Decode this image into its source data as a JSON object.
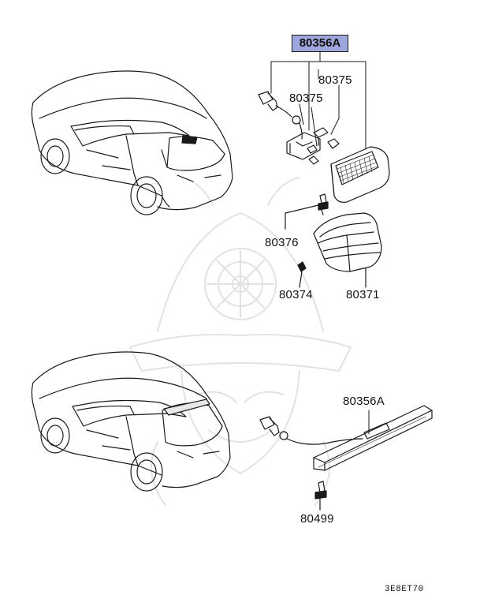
{
  "diagram": {
    "highlighted_part": "80356A",
    "parts": {
      "p80375_upper": "80375",
      "p80375_lower": "80375",
      "p80376": "80376",
      "p80374": "80374",
      "p80371": "80371",
      "p80356A_lower": "80356A",
      "p80499": "80499"
    },
    "figure_code": "3E8ET70",
    "colors": {
      "highlight": "#9fa6dc",
      "line": "#1a1a1a",
      "watermark": "#e4e4e4"
    }
  }
}
